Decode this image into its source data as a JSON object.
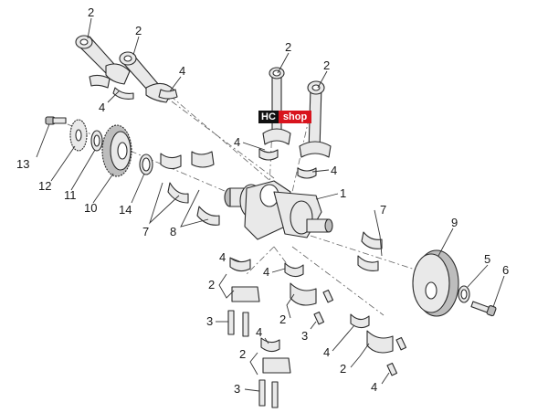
{
  "logo": {
    "part1": "HC",
    "part2": "shop"
  },
  "callouts": {
    "c1": "1",
    "c2a": "2",
    "c2b": "2",
    "c2c": "2",
    "c2d": "2",
    "c2e": "2",
    "c2f": "2",
    "c2g": "2",
    "c2h": "2",
    "c3a": "3",
    "c3b": "3",
    "c3c": "3",
    "c4a": "4",
    "c4b": "4",
    "c4c": "4",
    "c4d": "4",
    "c4e": "4",
    "c4f": "4",
    "c4g": "4",
    "c4h": "4",
    "c4i": "4",
    "c5": "5",
    "c6": "6",
    "c7a": "7",
    "c7b": "7",
    "c8": "8",
    "c9": "9",
    "c10": "10",
    "c11": "11",
    "c12": "12",
    "c13": "13",
    "c14": "14"
  },
  "colors": {
    "line": "#2b2b2b",
    "part": "#e9e9e9",
    "logo_red": "#d8141d",
    "logo_black": "#111111"
  }
}
